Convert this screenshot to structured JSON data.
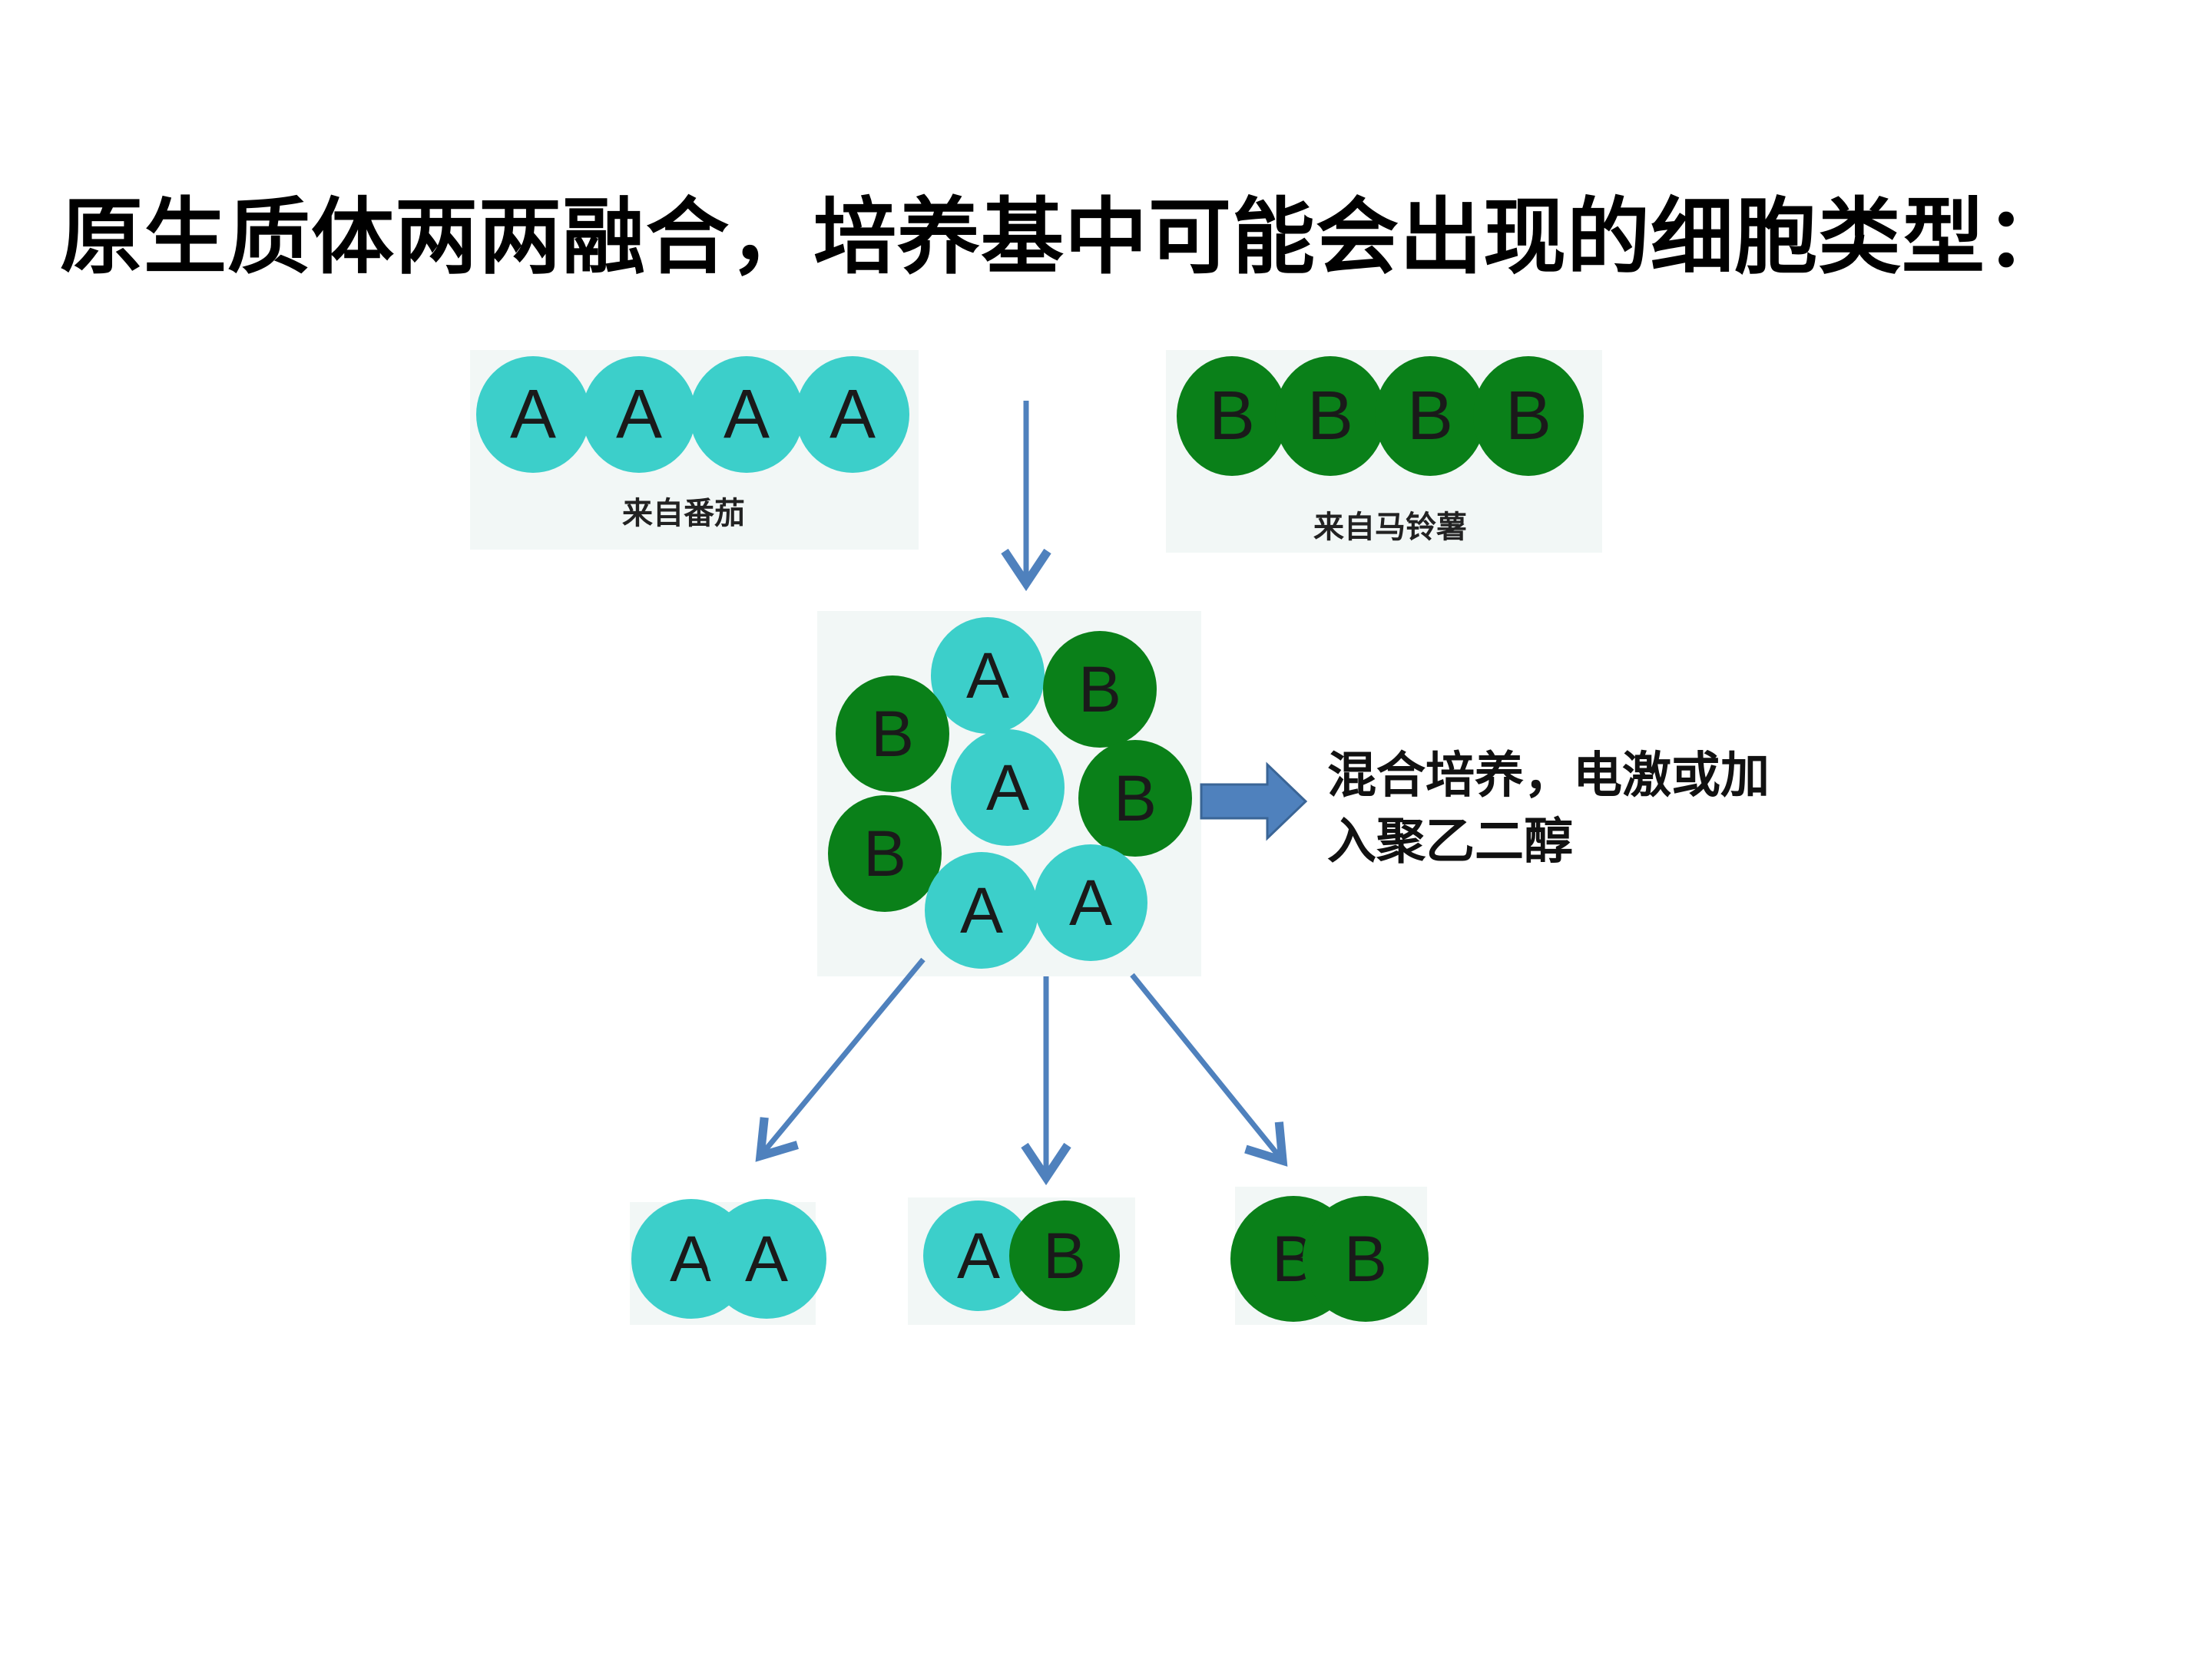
{
  "title": "原生质体两两融合，培养基中可能会出现的细胞类型：",
  "colors": {
    "cell_a": "#3ccfca",
    "cell_b": "#0a8019",
    "arrow": "#4f81bd",
    "panel_bg": "#f2f7f6"
  },
  "sources": {
    "tomato": {
      "label": "来自番茄",
      "cell_letter": "A",
      "count": 4
    },
    "potato": {
      "label": "来自马铃薯",
      "cell_letter": "B",
      "count": 4
    }
  },
  "mixture": {
    "cells": [
      "A",
      "B",
      "B",
      "A",
      "B",
      "B",
      "A",
      "A"
    ]
  },
  "process_note": {
    "line1": "混合培养，电激或加",
    "line2": "入聚乙二醇"
  },
  "results": [
    {
      "name": "AA",
      "left": "A",
      "right": "A"
    },
    {
      "name": "AB",
      "left": "A",
      "right": "B"
    },
    {
      "name": "BB",
      "left": "B",
      "right": "B"
    }
  ]
}
